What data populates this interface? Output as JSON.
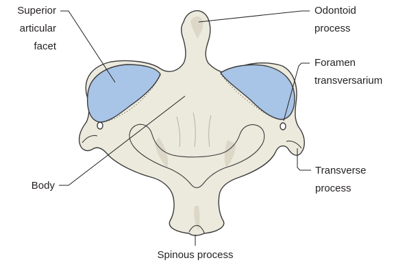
{
  "labels": {
    "superior_facet_line1": "Superior",
    "superior_facet_line2": "articular",
    "superior_facet_line3": "facet",
    "odontoid_line1": "Odontoid",
    "odontoid_line2": "process",
    "foramen_line1": "Foramen",
    "foramen_line2": "transversarium",
    "body": "Body",
    "transverse_line1": "Transverse",
    "transverse_line2": "process",
    "spinous": "Spinous process"
  },
  "colors": {
    "bone": "#ece9dd",
    "facet": "#a8c4e6",
    "outline": "#3a3a3a",
    "text": "#231f20"
  }
}
